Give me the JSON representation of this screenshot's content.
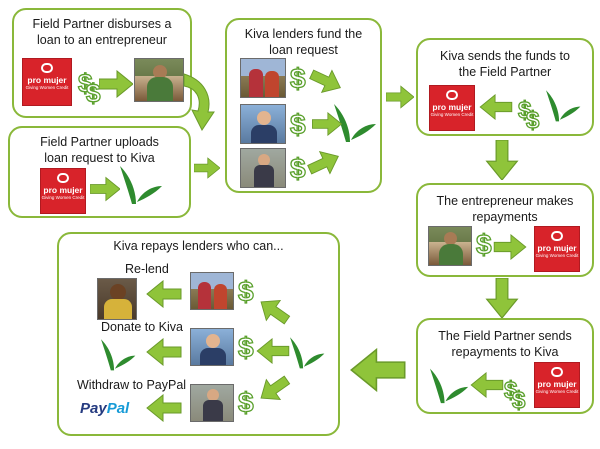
{
  "steps": {
    "disburse": {
      "title_line1": "Field Partner disburses a",
      "title_line2": "loan to an entrepreneur"
    },
    "upload": {
      "title_line1": "Field Partner uploads",
      "title_line2": "loan request to Kiva"
    },
    "fund": {
      "title_line1": "Kiva lenders fund the",
      "title_line2": "loan request"
    },
    "send": {
      "title_line1": "Kiva sends the funds to",
      "title_line2": "the Field Partner"
    },
    "repay": {
      "title_line1": "The entrepreneur makes",
      "title_line2": "repayments"
    },
    "fp_repay": {
      "title_line1": "The Field Partner sends",
      "title_line2": "repayments to Kiva"
    },
    "lenders": {
      "title": "Kiva repays lenders who can...",
      "option_relend": "Re-lend",
      "option_donate": "Donate to Kiva",
      "option_withdraw": "Withdraw to PayPal"
    }
  },
  "logo": {
    "name": "pro mujer",
    "tagline": "Giving Women Credit"
  },
  "paypal": {
    "part1": "Pay",
    "part2": "Pal"
  },
  "colors": {
    "green": "#8ab83a",
    "arrow": "#8fc43a",
    "dollar": "#5aa02c",
    "logo_red": "#d8232a",
    "leaf": "#2e8b2e"
  },
  "icons": [
    "pro-mujer-logo",
    "dollar-icon",
    "kiva-leaf-icon",
    "green-arrow-icon",
    "paypal-logo"
  ]
}
